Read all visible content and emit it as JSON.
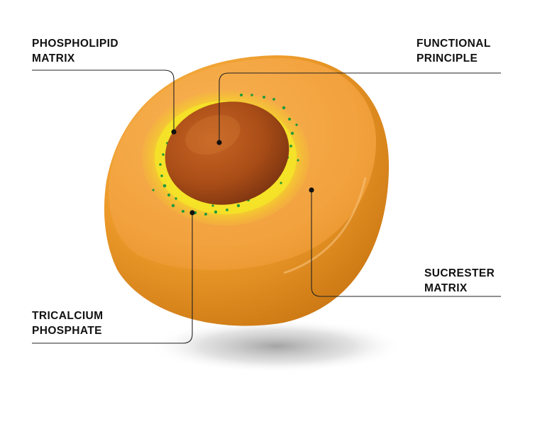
{
  "diagram": {
    "labels": {
      "phospholipid_matrix": {
        "line1": "PHOSPHOLIPID",
        "line2": "MATRIX"
      },
      "functional_principle": {
        "line1": "FUNCTIONAL",
        "line2": "PRINCIPLE"
      },
      "sucrester_matrix": {
        "line1": "SUCRESTER",
        "line2": "MATRIX"
      },
      "tricalcium_phosphate": {
        "line1": "TRICALCIUM",
        "line2": "PHOSPHATE"
      }
    },
    "colors": {
      "outer_shell": "#ef9d2f",
      "cut_face": "#f7a84a",
      "yellow_layer": "#f3e21c",
      "core": "#b3551a",
      "granules": "#1f9a3a",
      "leader_lines": "#222222"
    }
  }
}
